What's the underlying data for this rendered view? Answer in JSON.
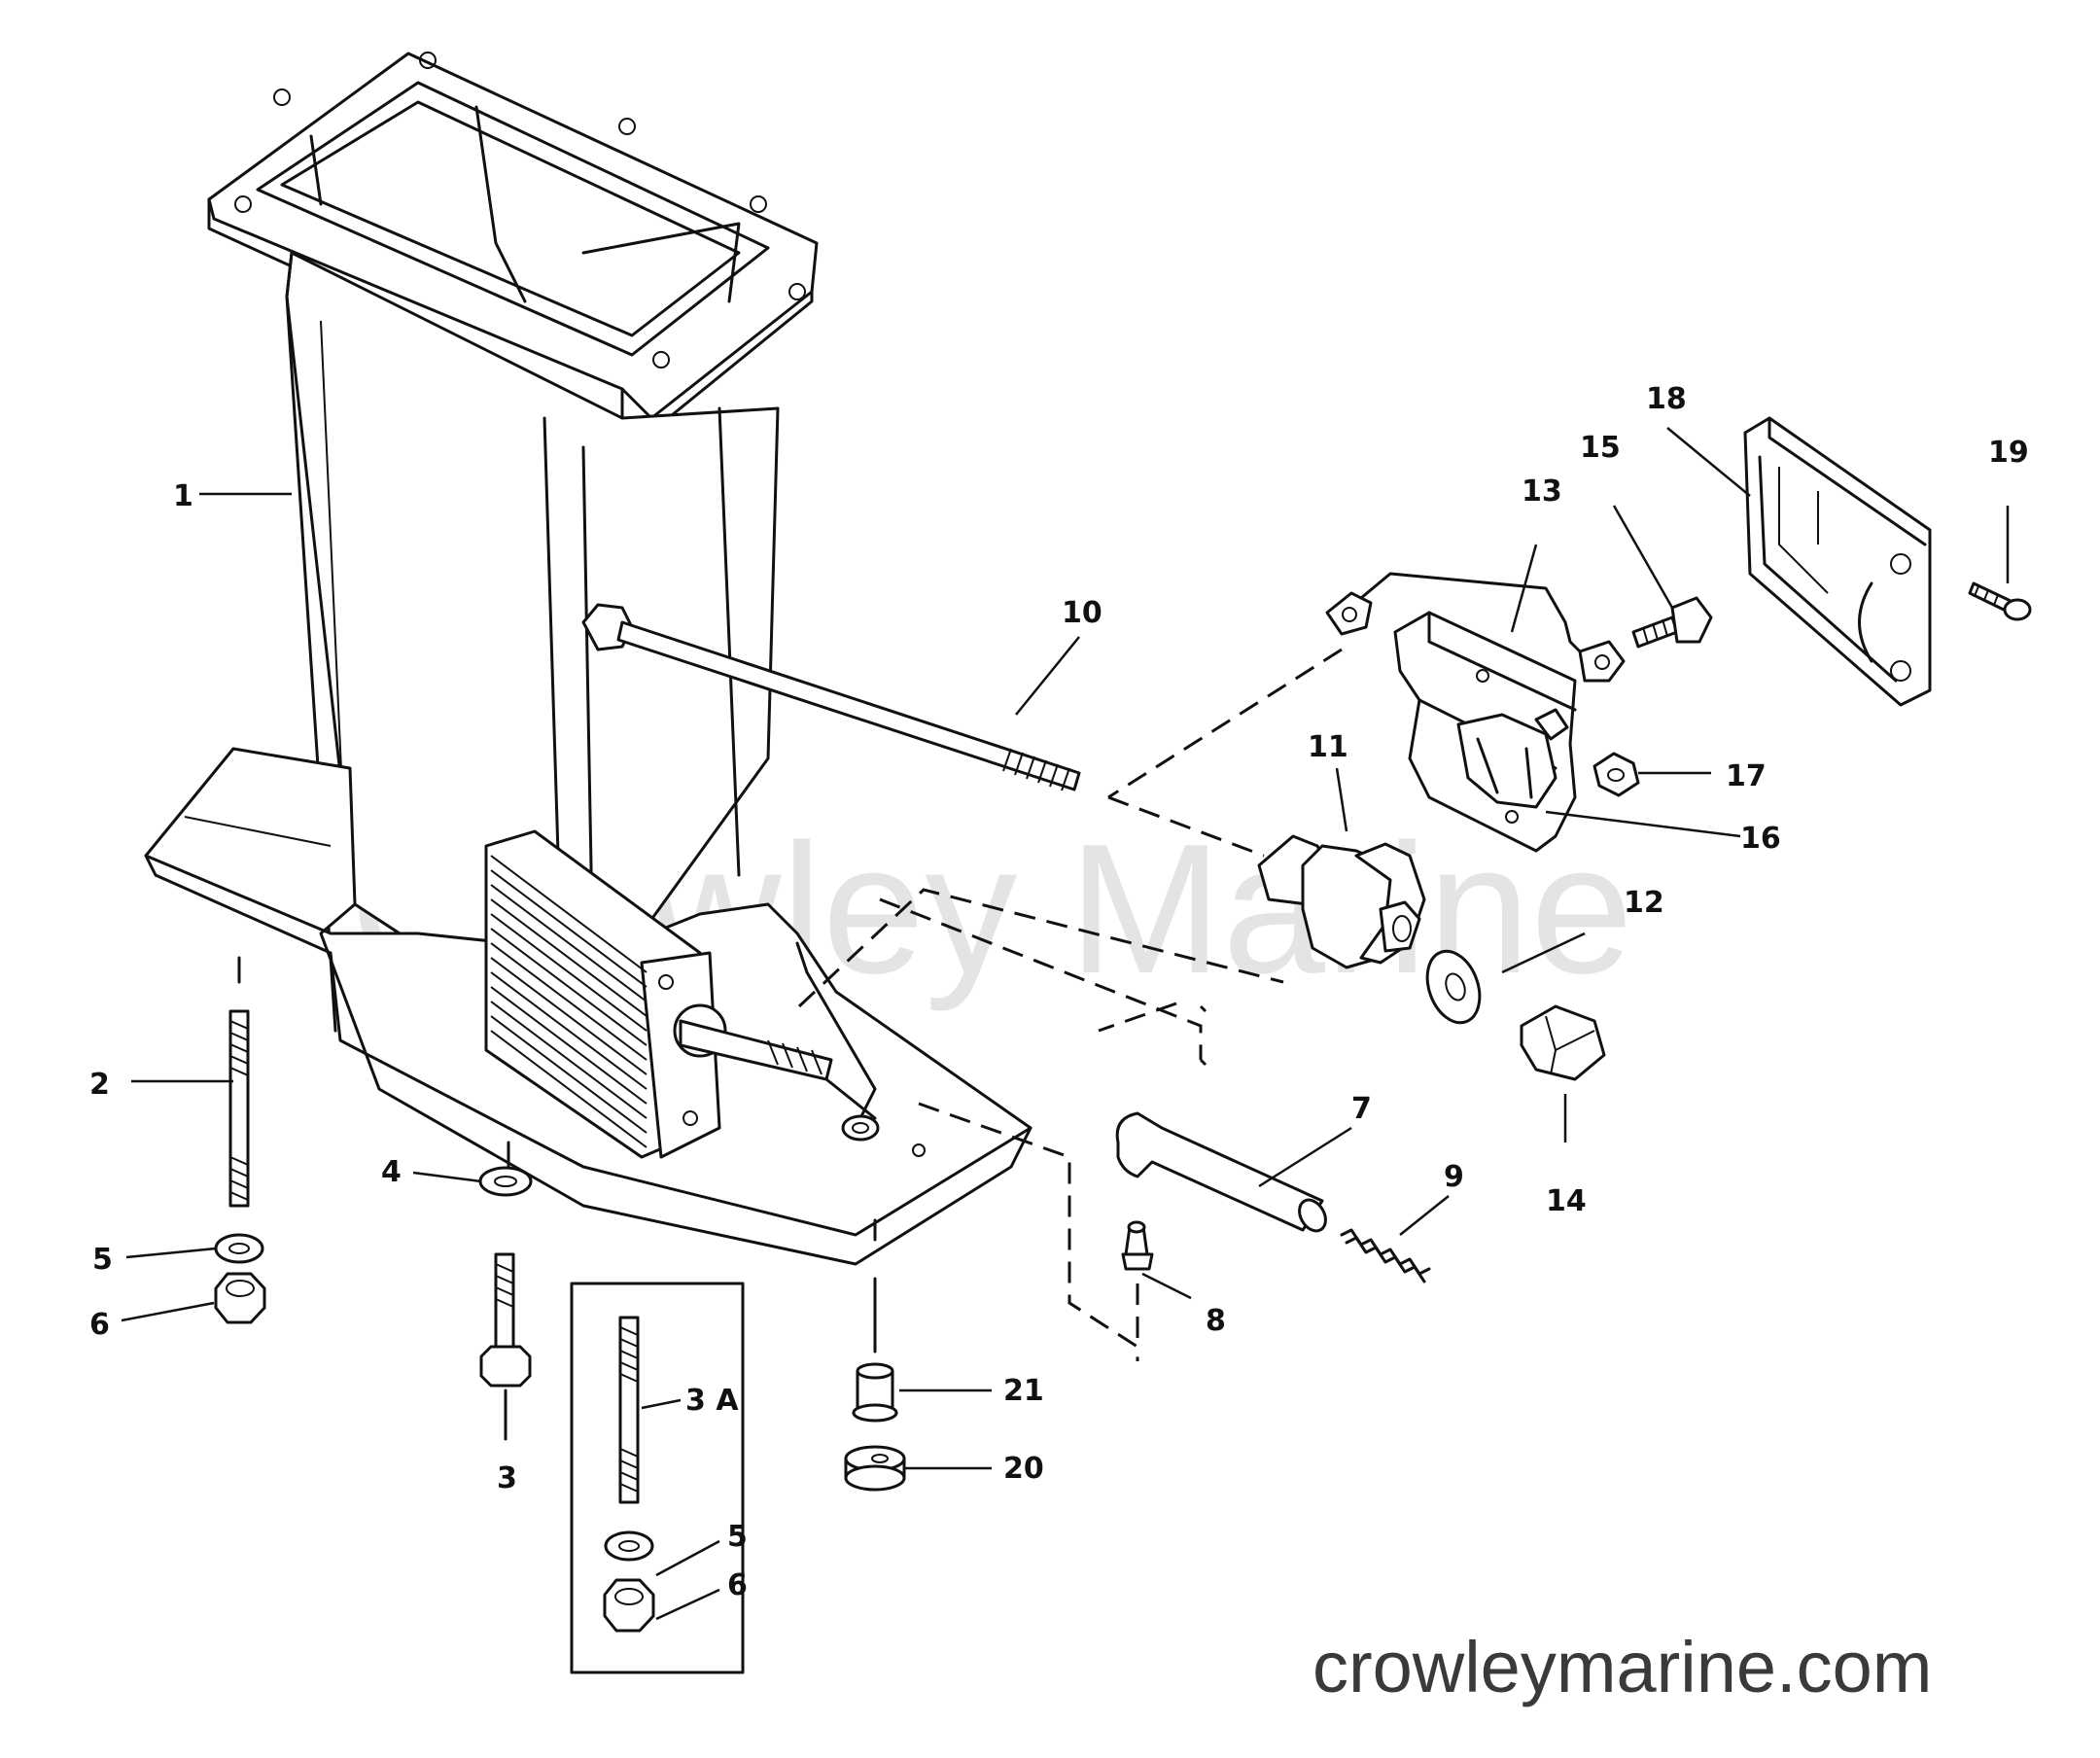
{
  "watermark": "Crowley Marine",
  "site_url": "crowleymarine.com",
  "callouts": {
    "c1": "1",
    "c2": "2",
    "c3": "3",
    "c3a": "3 A",
    "c4": "4",
    "c5a": "5",
    "c5b": "5",
    "c6a": "6",
    "c6b": "6",
    "c7": "7",
    "c8": "8",
    "c9": "9",
    "c10": "10",
    "c11": "11",
    "c12": "12",
    "c13": "13",
    "c14": "14",
    "c15": "15",
    "c16": "16",
    "c17": "17",
    "c18": "18",
    "c19": "19",
    "c20": "20",
    "c21": "21"
  }
}
